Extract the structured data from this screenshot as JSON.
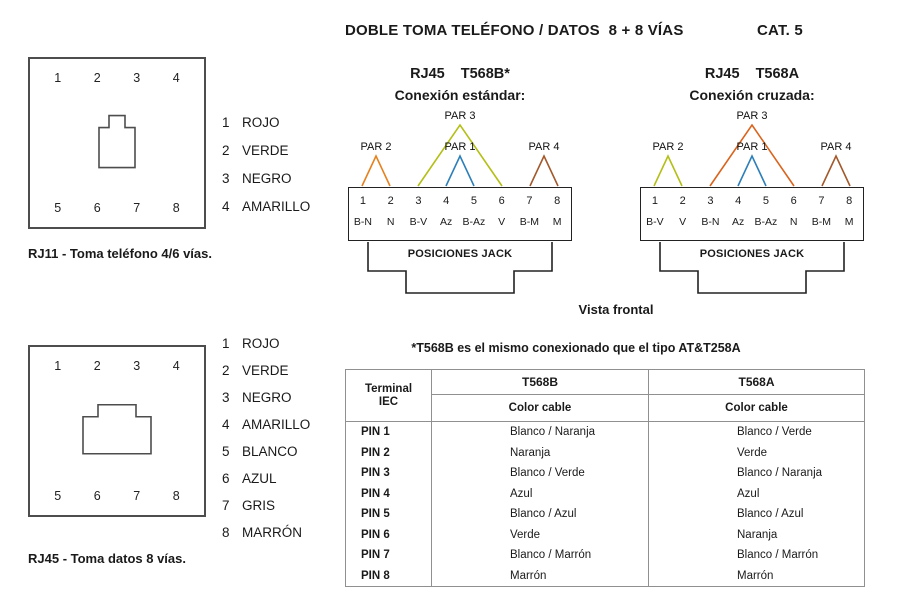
{
  "header": {
    "title": "DOBLE TOMA TELÉFONO / DATOS  8 + 8 VÍAS",
    "category": "CAT. 5"
  },
  "rj11": {
    "pins_top": [
      "1",
      "2",
      "3",
      "4"
    ],
    "pins_bottom": [
      "5",
      "6",
      "7",
      "8"
    ],
    "legend": [
      {
        "num": "1",
        "label": "ROJO"
      },
      {
        "num": "2",
        "label": "VERDE"
      },
      {
        "num": "3",
        "label": "NEGRO"
      },
      {
        "num": "4",
        "label": "AMARILLO"
      }
    ],
    "caption": "RJ11 - Toma teléfono 4/6 vías."
  },
  "rj45": {
    "pins_top": [
      "1",
      "2",
      "3",
      "4"
    ],
    "pins_bottom": [
      "5",
      "6",
      "7",
      "8"
    ],
    "legend": [
      {
        "num": "1",
        "label": "ROJO"
      },
      {
        "num": "2",
        "label": "VERDE"
      },
      {
        "num": "3",
        "label": "NEGRO"
      },
      {
        "num": "4",
        "label": "AMARILLO"
      },
      {
        "num": "5",
        "label": "BLANCO"
      },
      {
        "num": "6",
        "label": "AZUL"
      },
      {
        "num": "7",
        "label": "GRIS"
      },
      {
        "num": "8",
        "label": "MARRÓN"
      }
    ],
    "caption": "RJ45 - Toma datos 8 vías."
  },
  "t568b": {
    "title_name": "RJ45",
    "title_std": "T568B*",
    "subtitle": "Conexión estándar:",
    "pair2": {
      "label": "PAR 2",
      "color": "#e5811e"
    },
    "pair3": {
      "label": "PAR 3",
      "color": "#b3bf17"
    },
    "pair1": {
      "label": "PAR 1",
      "color": "#2e7fb8"
    },
    "pair4": {
      "label": "PAR 4",
      "color": "#a2592b"
    },
    "pins": [
      "1",
      "2",
      "3",
      "4",
      "5",
      "6",
      "7",
      "8"
    ],
    "codes": [
      "B-N",
      "N",
      "B-V",
      "Az",
      "B-Az",
      "V",
      "B-M",
      "M"
    ],
    "jack_label": "POSICIONES JACK"
  },
  "t568a": {
    "title_name": "RJ45",
    "title_std": "T568A",
    "subtitle": "Conexión cruzada:",
    "pair2": {
      "label": "PAR 2",
      "color": "#b3bf17"
    },
    "pair3": {
      "label": "PAR 3",
      "color": "#d9641e"
    },
    "pair1": {
      "label": "PAR 1",
      "color": "#2e7fb8"
    },
    "pair4": {
      "label": "PAR 4",
      "color": "#a2592b"
    },
    "pins": [
      "1",
      "2",
      "3",
      "4",
      "5",
      "6",
      "7",
      "8"
    ],
    "codes": [
      "B-V",
      "V",
      "B-N",
      "Az",
      "B-Az",
      "N",
      "B-M",
      "M"
    ],
    "jack_label": "POSICIONES JACK"
  },
  "vista_frontal": "Vista frontal",
  "note": "*T568B es el mismo conexionado que el tipo AT&T258A",
  "table": {
    "iec_line1": "Terminal",
    "iec_line2": "IEC",
    "t568b_header": "T568B",
    "t568a_header": "T568A",
    "subheader": "Color cable",
    "rows": [
      {
        "pin": "PIN 1",
        "t568b": "Blanco / Naranja",
        "t568a": "Blanco / Verde"
      },
      {
        "pin": "PIN 2",
        "t568b": "Naranja",
        "t568a": "Verde"
      },
      {
        "pin": "PIN 3",
        "t568b": "Blanco / Verde",
        "t568a": "Blanco / Naranja"
      },
      {
        "pin": "PIN 4",
        "t568b": "Azul",
        "t568a": "Azul"
      },
      {
        "pin": "PIN 5",
        "t568b": "Blanco / Azul",
        "t568a": "Blanco / Azul"
      },
      {
        "pin": "PIN 6",
        "t568b": "Verde",
        "t568a": "Naranja"
      },
      {
        "pin": "PIN 7",
        "t568b": "Blanco / Marrón",
        "t568a": "Blanco / Marrón"
      },
      {
        "pin": "PIN 8",
        "t568b": "Marrón",
        "t568a": "Marrón"
      }
    ]
  }
}
